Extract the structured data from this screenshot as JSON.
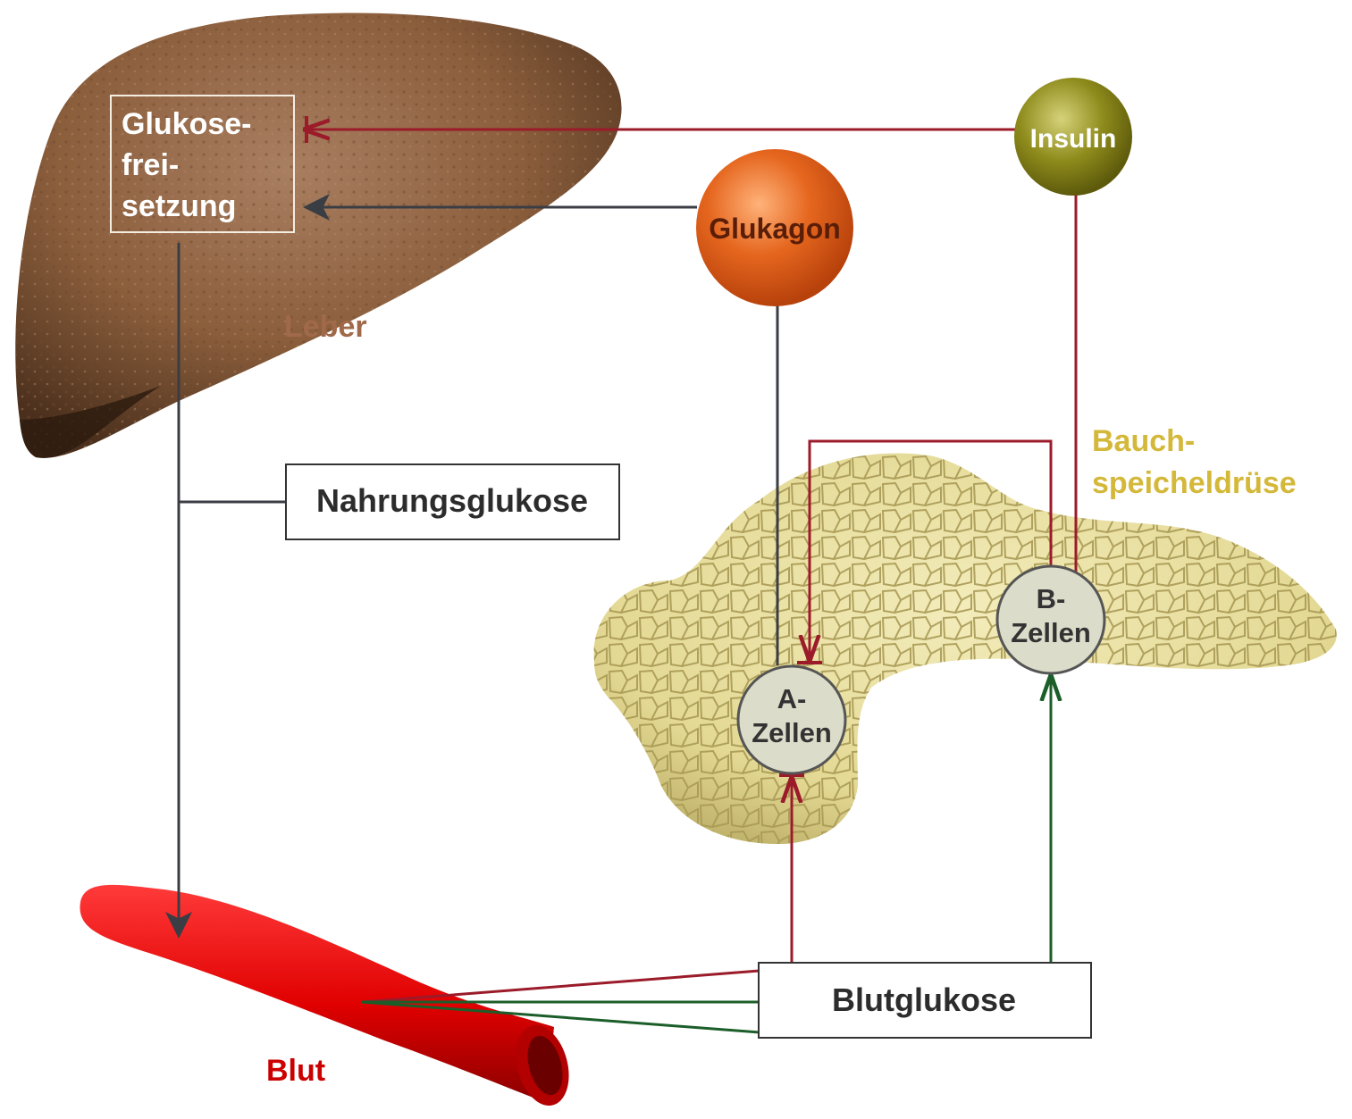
{
  "organs": {
    "liver": "Leber",
    "pancreas_line1": "Bauch-",
    "pancreas_line2": "speicheldrüse",
    "blood": "Blut"
  },
  "boxes": {
    "glucose_release_line1": "Glukose-",
    "glucose_release_line2": "frei-",
    "glucose_release_line3": "setzung",
    "dietary_glucose": "Nahrungsglukose",
    "blood_glucose": "Blutglukose"
  },
  "hormones": {
    "glucagon": "Glukagon",
    "insulin": "Insulin"
  },
  "cells": {
    "a_cells_line1": "A-",
    "a_cells_line2": "Zellen",
    "b_cells_line1": "B-",
    "b_cells_line2": "Zellen"
  },
  "colors": {
    "liver": "#8b5e3c",
    "liver_label": "#a0694a",
    "pancreas": "#e8df9c",
    "pancreas_label": "#d4b83a",
    "blood": "#e00000",
    "blood_label": "#cc0000",
    "inhibit_arrow": "#9b1b2a",
    "stimulate_arrow_green": "#1b5e2a",
    "stimulate_arrow_gray": "#3a3d44",
    "glucagon": "#e5661e",
    "insulin": "#8e8b1c",
    "cell_fill": "#dcdccb"
  }
}
